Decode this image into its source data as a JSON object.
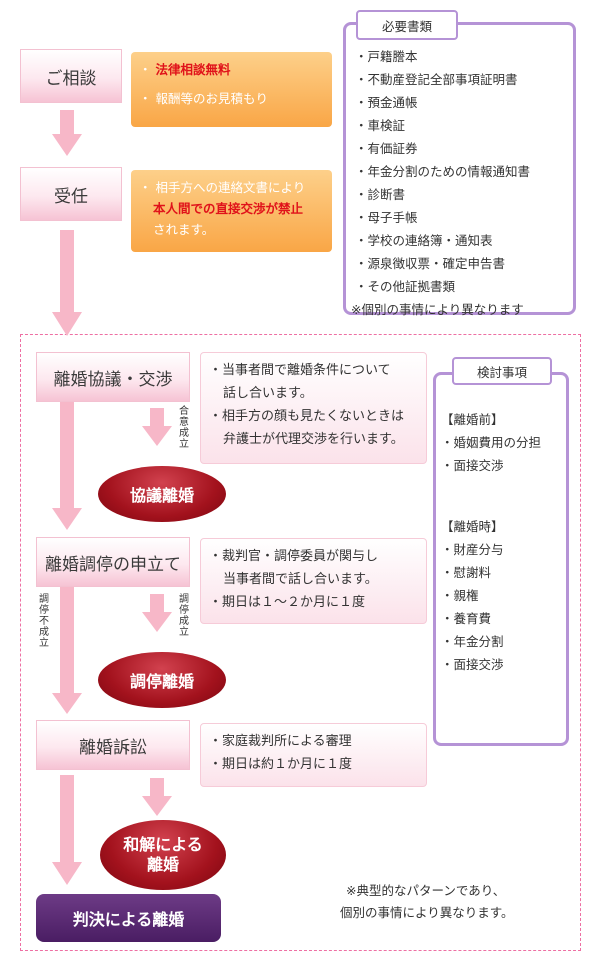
{
  "flow": {
    "consult": "ご相談",
    "accept": "受任",
    "negotiation": "離婚協議・交渉",
    "mediation_apply": "離婚調停の申立て",
    "lawsuit": "離婚訴訟",
    "divorce_agreement": "協議離婚",
    "divorce_mediation": "調停離婚",
    "divorce_settlement_1": "和解による",
    "divorce_settlement_2": "離婚",
    "divorce_judgment": "判決による離婚"
  },
  "consult_note": {
    "bullet": "・",
    "line1": "法律相談無料",
    "line2": "報酬等のお見積もり"
  },
  "accept_note": {
    "bullet": "・",
    "line1": "相手方への連絡文書により",
    "line2": "本人間での直接交渉が禁止",
    "line3": "されます。"
  },
  "negotiation_note": {
    "line1": "・当事者間で離婚条件について",
    "line2": "話し合います。",
    "line3": "・相手方の顔も見たくないときは",
    "line4": "弁護士が代理交渉を行います。"
  },
  "mediation_note": {
    "line1": "・裁判官・調停委員が関与し",
    "line2": "当事者間で話し合います。",
    "line3": "・期日は１～２か月に１度"
  },
  "lawsuit_note": {
    "line1": "・家庭裁判所による審理",
    "line2": "・期日は約１か月に１度"
  },
  "labels": {
    "agreement_reached": "合意成立",
    "mediation_reached": "調停成立",
    "mediation_failed": "調停不成立"
  },
  "documents": {
    "title": "必要書類",
    "items": [
      "・戸籍謄本",
      "・不動産登記全部事項証明書",
      "・預金通帳",
      "・車検証",
      "・有価証券",
      "・年金分割のための情報通知書",
      "・診断書",
      "・母子手帳",
      "・学校の連絡簿・通知表",
      "・源泉徴収票・確定申告書",
      "・その他証拠書類",
      "※個別の事情により異なります"
    ]
  },
  "considerations": {
    "title": "検討事項",
    "before_head": "【離婚前】",
    "before": [
      "・婚姻費用の分担",
      "・面接交渉"
    ],
    "at_head": "【離婚時】",
    "at": [
      "・財産分与",
      "・慰謝料",
      "・親権",
      "・養育費",
      "・年金分割",
      "・面接交渉"
    ]
  },
  "footnote": {
    "line1": "※典型的なパターンであり、",
    "line2": "個別の事情により異なります。"
  },
  "colors": {
    "pink_arrow": "#f7b7c8",
    "purple_border": "#b593d6",
    "dashed": "#ee6fa3",
    "orange": "#f9a646",
    "red_text": "#e0121a"
  }
}
